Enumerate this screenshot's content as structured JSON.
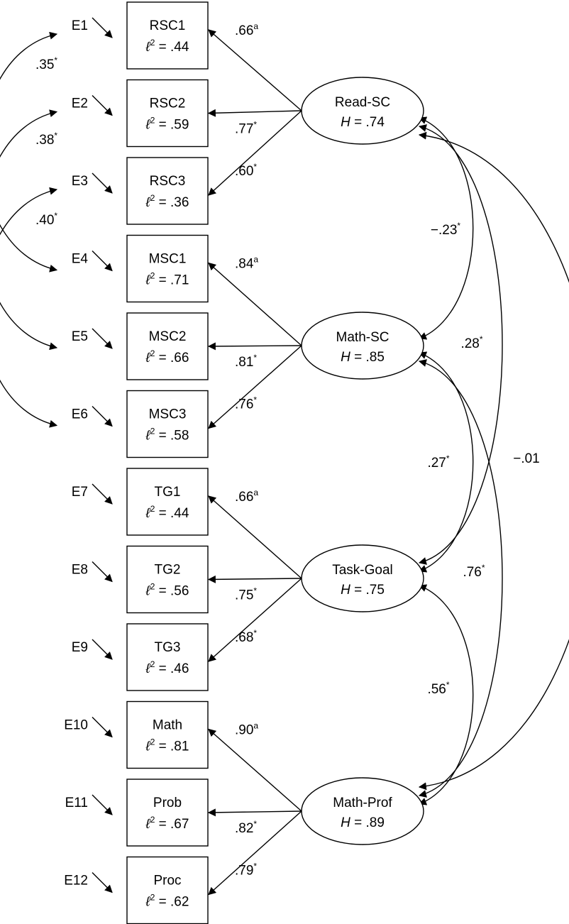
{
  "errors": [
    "E1",
    "E2",
    "E3",
    "E4",
    "E5",
    "E6",
    "E7",
    "E8",
    "E9",
    "E10",
    "E11",
    "E12"
  ],
  "indicators": [
    {
      "name": "RSC1",
      "r2": ".44"
    },
    {
      "name": "RSC2",
      "r2": ".59"
    },
    {
      "name": "RSC3",
      "r2": ".36"
    },
    {
      "name": "MSC1",
      "r2": ".71"
    },
    {
      "name": "MSC2",
      "r2": ".66"
    },
    {
      "name": "MSC3",
      "r2": ".58"
    },
    {
      "name": "TG1",
      "r2": ".44"
    },
    {
      "name": "TG2",
      "r2": ".56"
    },
    {
      "name": "TG3",
      "r2": ".46"
    },
    {
      "name": "Math",
      "r2": ".81"
    },
    {
      "name": "Prob",
      "r2": ".67"
    },
    {
      "name": "Proc",
      "r2": ".62"
    }
  ],
  "r2_prefix": "ℓ",
  "r2_power": "2",
  "factors": [
    {
      "name": "Read-SC",
      "h": ".74",
      "loadings": [
        {
          "value": ".66",
          "mark": "a"
        },
        {
          "value": ".77",
          "mark": "*"
        },
        {
          "value": ".60",
          "mark": "*"
        }
      ]
    },
    {
      "name": "Math-SC",
      "h": ".85",
      "loadings": [
        {
          "value": ".84",
          "mark": "a"
        },
        {
          "value": ".81",
          "mark": "*"
        },
        {
          "value": ".76",
          "mark": "*"
        }
      ]
    },
    {
      "name": "Task-Goal",
      "h": ".75",
      "loadings": [
        {
          "value": ".66",
          "mark": "a"
        },
        {
          "value": ".75",
          "mark": "*"
        },
        {
          "value": ".68",
          "mark": "*"
        }
      ]
    },
    {
      "name": "Math-Prof",
      "h": ".89",
      "loadings": [
        {
          "value": ".90",
          "mark": "a"
        },
        {
          "value": ".82",
          "mark": "*"
        },
        {
          "value": ".79",
          "mark": "*"
        }
      ]
    }
  ],
  "h_prefix": "H",
  "error_covariances": [
    {
      "from": "E1",
      "to": "E4",
      "value": ".35",
      "mark": "*"
    },
    {
      "from": "E2",
      "to": "E5",
      "value": ".38",
      "mark": "*"
    },
    {
      "from": "E3",
      "to": "E6",
      "value": ".40",
      "mark": "*"
    }
  ],
  "factor_correlations": [
    {
      "from": "Read-SC",
      "to": "Math-SC",
      "value": "−.23",
      "mark": "*"
    },
    {
      "from": "Read-SC",
      "to": "Task-Goal",
      "value": ".28",
      "mark": "*"
    },
    {
      "from": "Read-SC",
      "to": "Math-Prof",
      "value": "−.01",
      "mark": ""
    },
    {
      "from": "Math-SC",
      "to": "Task-Goal",
      "value": ".27",
      "mark": "*"
    },
    {
      "from": "Math-SC",
      "to": "Math-Prof",
      "value": ".76",
      "mark": "*"
    },
    {
      "from": "Task-Goal",
      "to": "Math-Prof",
      "value": ".56",
      "mark": "*"
    }
  ]
}
